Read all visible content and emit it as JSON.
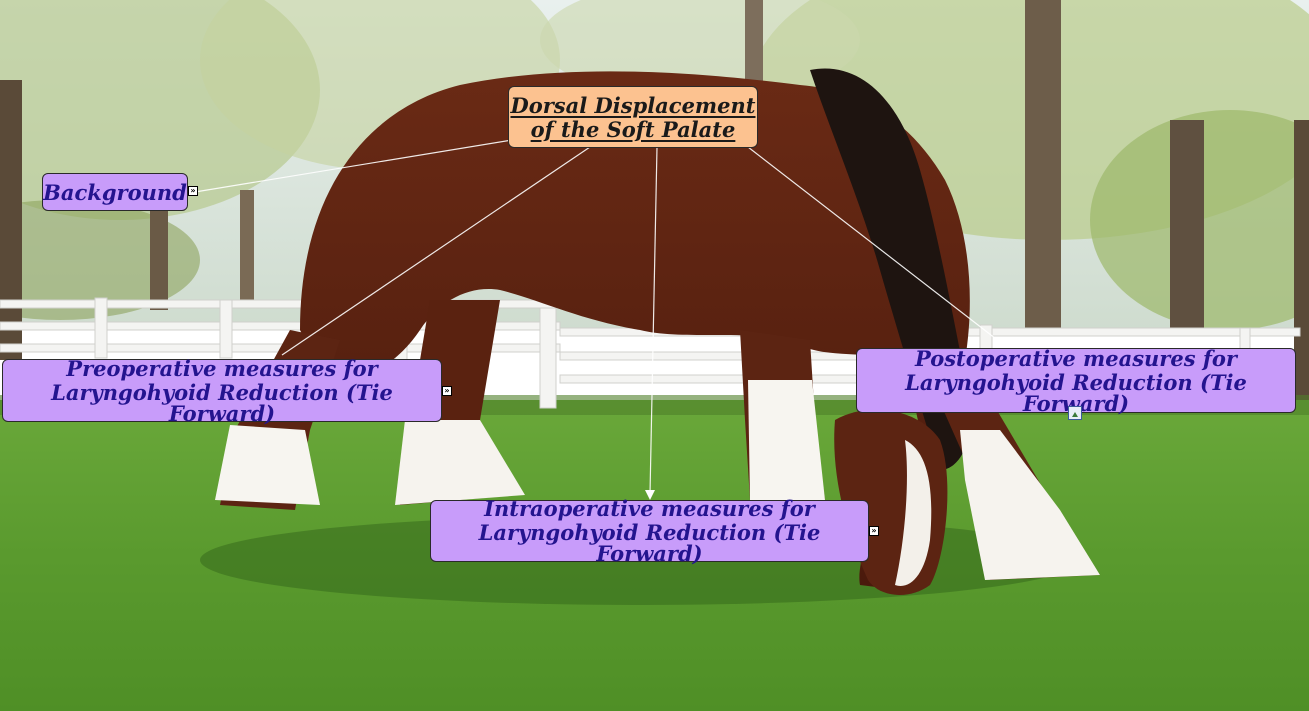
{
  "central": {
    "line1": "Dorsal Displacement",
    "line2": "of the Soft Palate"
  },
  "nodes": {
    "background": {
      "label": "Background"
    },
    "preoperative": {
      "line1": "Preoperative measures for",
      "line2": "Laryngohyoid Reduction (Tie Forward)"
    },
    "intraoperative": {
      "line1": "Intraoperative measures for",
      "line2": "Laryngohyoid Reduction (Tie Forward)"
    },
    "postoperative": {
      "line1": "Postoperative measures for",
      "line2": "Laryngohyoid Reduction (Tie Forward)"
    }
  },
  "icons": {
    "expand": "expand-arrows-icon",
    "image": "image-icon"
  },
  "colors": {
    "central_fill": "#fcc290",
    "subtopic_fill": "#c89cfa",
    "subtopic_text": "#24148f"
  }
}
